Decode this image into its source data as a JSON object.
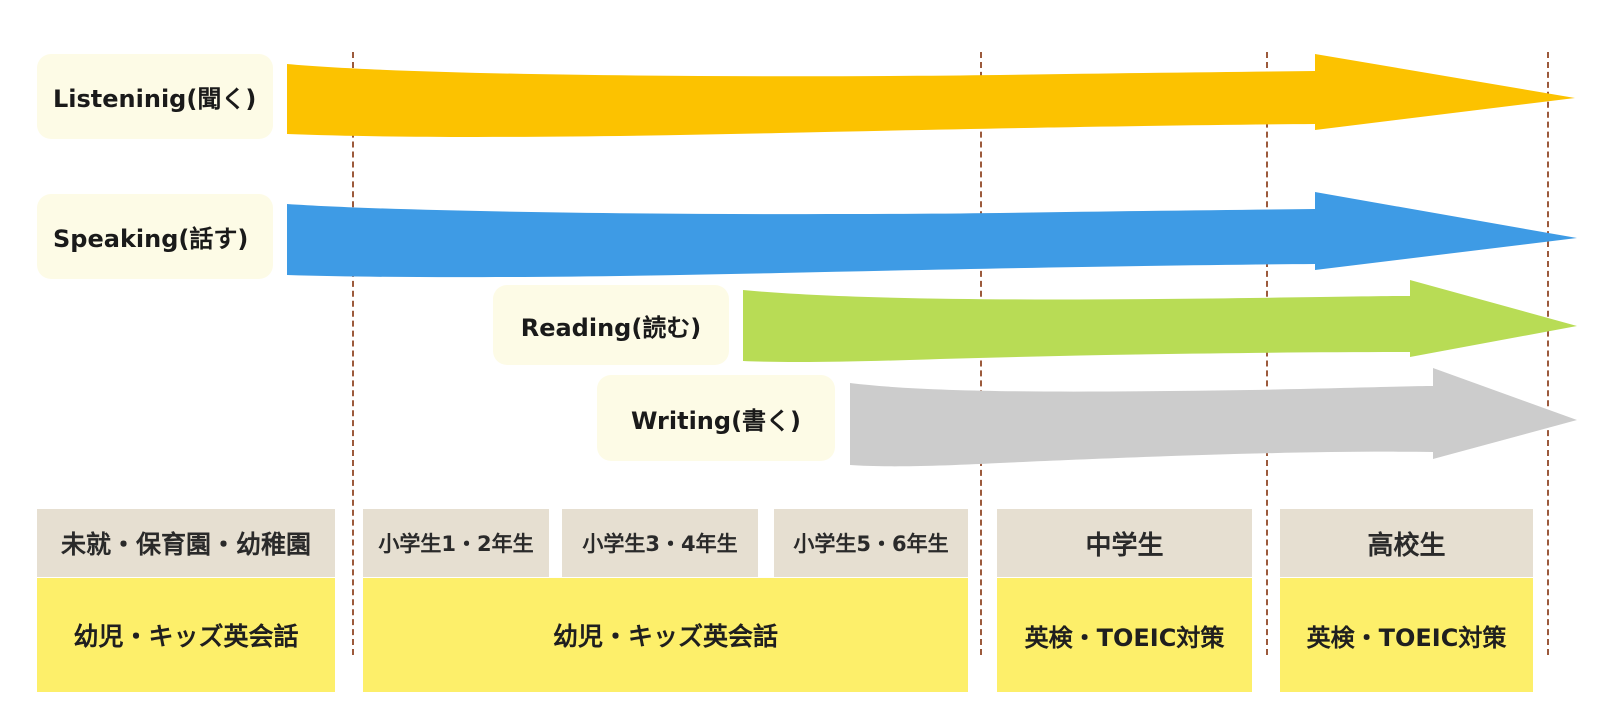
{
  "skills": [
    {
      "id": "listening",
      "label": "Listeninig(聞く)",
      "color": "#fcc200"
    },
    {
      "id": "speaking",
      "label": "Speaking(話す)",
      "color": "#3e9be5"
    },
    {
      "id": "reading",
      "label": "Reading(読む)",
      "color": "#b8dc55"
    },
    {
      "id": "writing",
      "label": "Writing(書く)",
      "color": "#cccccc"
    }
  ],
  "stages": {
    "preschool": "未就・保育園・幼稚園",
    "elem12": "小学生1・2年生",
    "elem34": "小学生3・4年生",
    "elem56": "小学生5・6年生",
    "junior_high": "中学生",
    "high_school": "高校生"
  },
  "courses": {
    "preschool": "幼児・キッズ英会話",
    "elementary": "幼児・キッズ英会話",
    "junior_high": "英検・TOEIC対策",
    "high_school": "英検・TOEIC対策"
  },
  "colors": {
    "label_bg": "#fdfbe6",
    "stage_bg": "#e6dfd1",
    "course_bg": "#fdef6a",
    "divider": "#9c5a3c"
  }
}
